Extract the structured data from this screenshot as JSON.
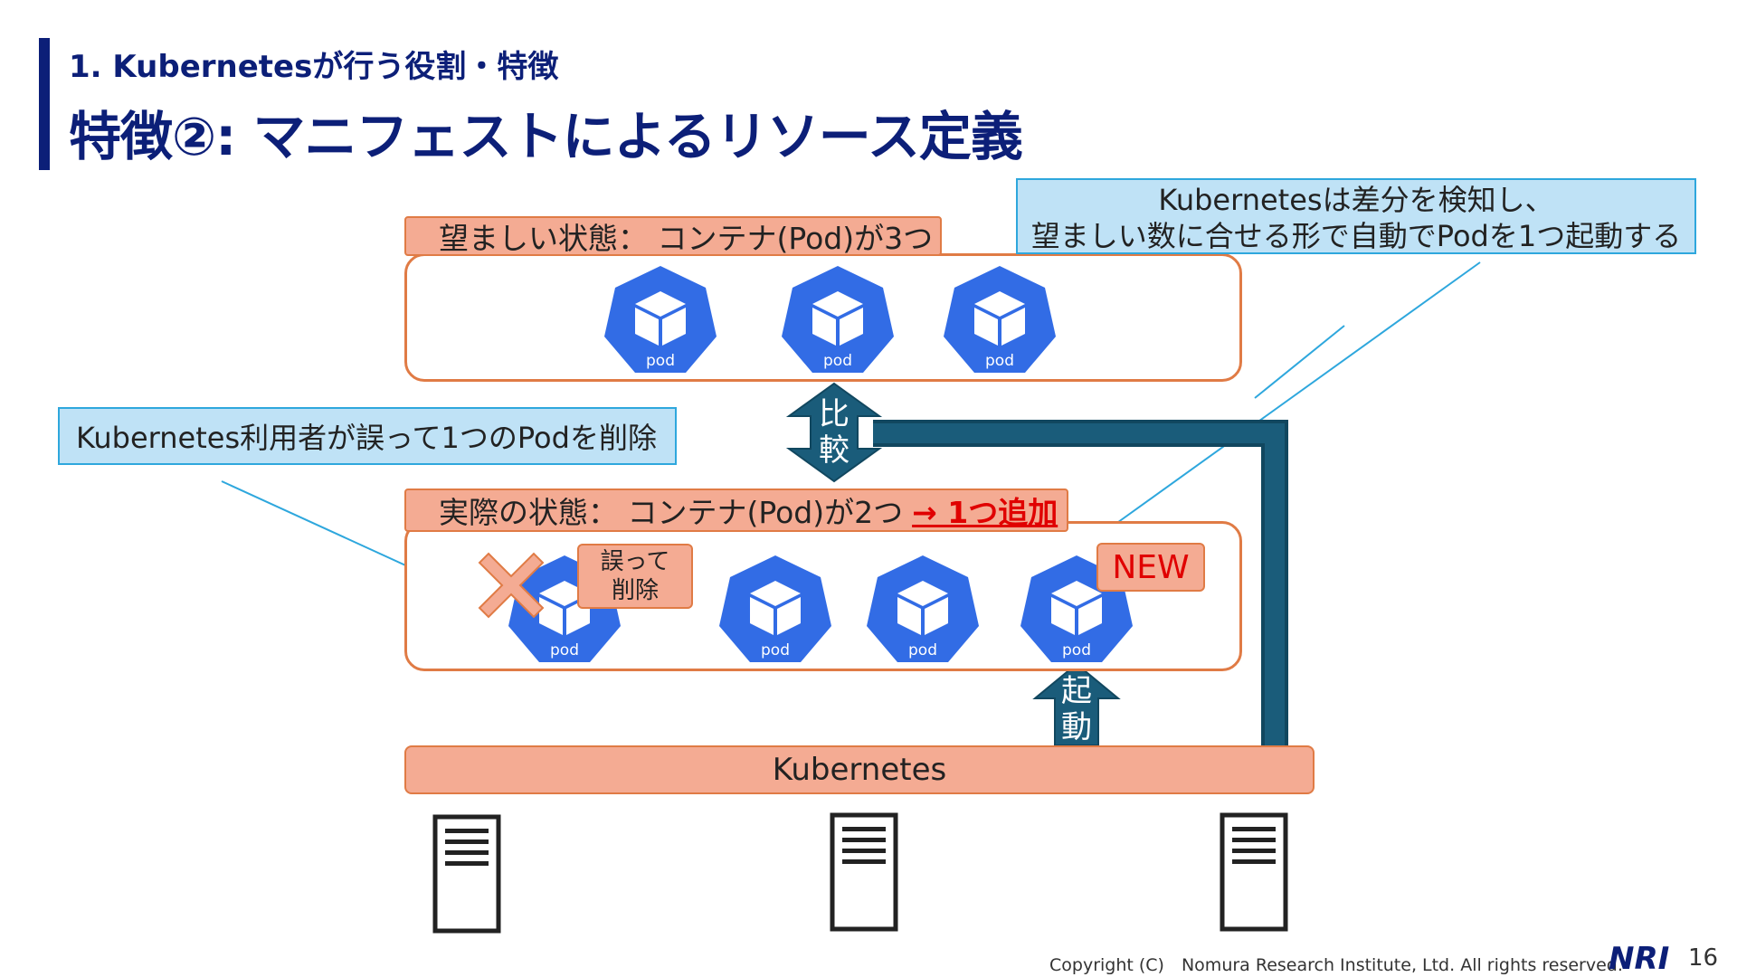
{
  "header": {
    "subtitle": "1. Kubernetesが行う役割・特徴",
    "title": "特徴②: マニフェストによるリソース定義"
  },
  "desired": {
    "label": "望ましい状態： コンテナ(Pod)が3つ"
  },
  "actual": {
    "label": "実際の状態： コンテナ(Pod)が2つ",
    "highlight": "→ 1つ追加"
  },
  "notes": {
    "user_delete": "Kubernetes利用者が誤って1つのPodを削除",
    "detect_line1": "Kubernetesは差分を検知し、",
    "detect_line2": "望ましい数に合せる形で自動でPodを1つ起動する"
  },
  "pod_label": "pod",
  "compare": {
    "char1": "比",
    "char2": "較"
  },
  "launch": {
    "char1": "起",
    "char2": "動"
  },
  "delete_note": {
    "line1": "誤って",
    "line2": "削除"
  },
  "new_badge": "NEW",
  "kubernetes_bar": "Kubernetes",
  "footer": {
    "copyright": "Copyright (C)　Nomura Research Institute, Ltd. All rights reserved.",
    "logo": "NRI",
    "page": "16"
  },
  "colors": {
    "navy": "#0c1f78",
    "pod_blue": "#326ce5",
    "salmon": "#f4ab93",
    "orange_border": "#e07b45",
    "arrow_teal": "#1a5276",
    "note_blue": "#bfe2f6",
    "red": "#e00000"
  }
}
